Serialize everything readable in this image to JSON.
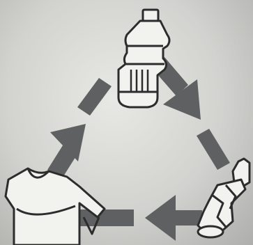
{
  "diagram": {
    "type": "recycling-cycle",
    "nodes": [
      {
        "id": "plastic-bottle",
        "icon": "plastic-bottle-icon"
      },
      {
        "id": "crushed-bottle",
        "icon": "crushed-bottle-icon"
      },
      {
        "id": "t-shirt",
        "icon": "t-shirt-icon"
      }
    ],
    "edges": [
      {
        "from": "plastic-bottle",
        "to": "crushed-bottle"
      },
      {
        "from": "crushed-bottle",
        "to": "t-shirt"
      },
      {
        "from": "t-shirt",
        "to": "plastic-bottle"
      }
    ],
    "colors": {
      "background": "#d6d6d3",
      "arrow": "#5f6061",
      "arrow_dark": "#4a4b4c",
      "line": "#2c2c2c",
      "fill_light": "#f2f2ef"
    }
  }
}
